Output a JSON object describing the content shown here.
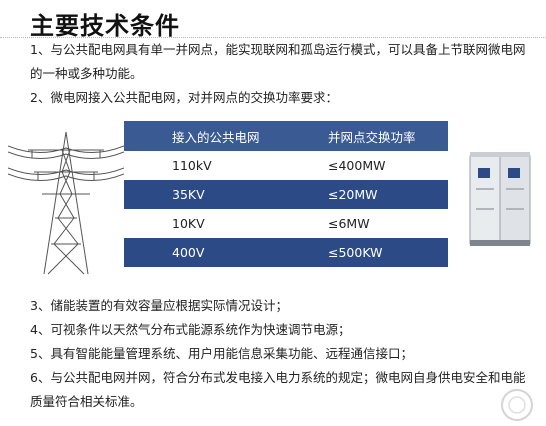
{
  "title": "主要技术条件",
  "intro": [
    "1、与公共配电网具有单一并网点，能实现联网和孤岛运行模式，可以具备上节联网微电网的一种或多种功能。",
    "2、微电网接入公共配电网，对并网点的交换功率要求："
  ],
  "table": {
    "headers": [
      "接入的公共电网",
      "并网点交换功率"
    ],
    "rows": [
      [
        "110kV",
        "≤400MW"
      ],
      [
        "35KV",
        "≤20MW"
      ],
      [
        "10KV",
        "≤6MW"
      ],
      [
        "400V",
        "≤500KW"
      ]
    ]
  },
  "items": [
    "3、储能装置的有效容量应根据实际情况设计；",
    "4、可视条件以天然气分布式能源系统作为快速调节电源；",
    "5、具有智能能量管理系统、用户用能信息采集功能、远程通信接口；",
    "6、与公共配电网并网，符合分布式发电接入电力系统的规定；微电网自身供电安全和电能质量符合相关标准。"
  ],
  "colors": {
    "table_header": "#3a5a94",
    "table_dark_row": "#2c4b86",
    "text": "#222222"
  },
  "icons": [
    "transmission-tower-icon",
    "electrical-cabinet-icon",
    "watermark-logo-icon"
  ]
}
